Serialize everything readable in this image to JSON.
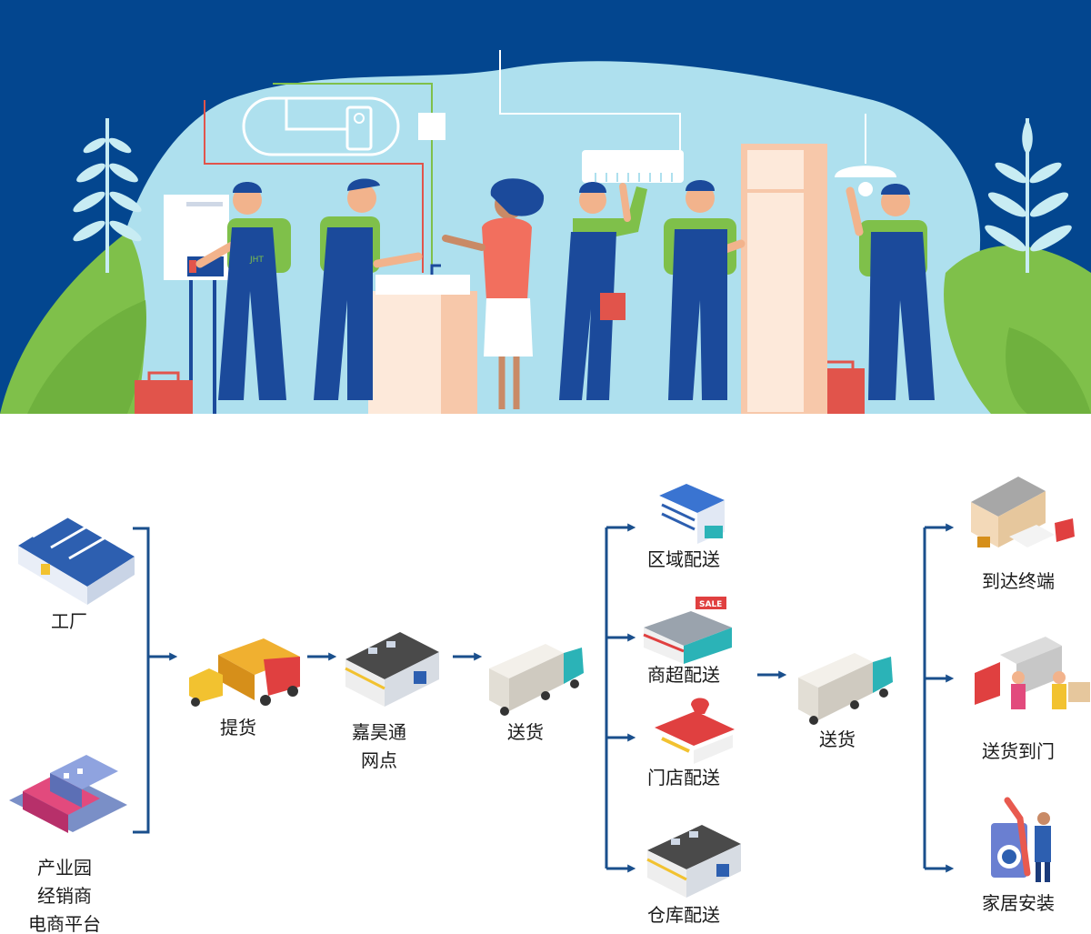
{
  "hero": {
    "colors": {
      "background": "#03468f",
      "bubble": "#aee0ee",
      "uniform": "#1b4a9b",
      "shirt": "#7fc04a",
      "accent_red": "#e1544b"
    },
    "badge_text": "JHT"
  },
  "flow": {
    "colors": {
      "connector": "#1a4f8c",
      "arrow": "#1a4f8c",
      "text": "#1a1a1a"
    },
    "sources": {
      "factory": {
        "label": "工厂",
        "icon": "factory-icon"
      },
      "park": {
        "label_lines": [
          "产业园",
          "经销商",
          "电商平台"
        ],
        "icon": "industrial-park-icon"
      }
    },
    "steps": {
      "pickup": {
        "label": "提货",
        "icon": "forklift-truck-icon"
      },
      "outlet": {
        "label_lines": [
          "嘉昊通",
          "网点"
        ],
        "icon": "warehouse-outlet-icon"
      },
      "ship1": {
        "label": "送货",
        "icon": "delivery-truck-icon"
      },
      "ship2": {
        "label": "送货",
        "icon": "delivery-truck-icon"
      }
    },
    "distribution": [
      {
        "label": "区域配送",
        "icon": "office-building-icon"
      },
      {
        "label": "商超配送",
        "icon": "supermarket-icon",
        "sign": "SALE"
      },
      {
        "label": "门店配送",
        "icon": "store-icon"
      },
      {
        "label": "仓库配送",
        "icon": "warehouse-icon"
      }
    ],
    "final": [
      {
        "label": "到达终端",
        "icon": "logistics-center-icon"
      },
      {
        "label": "送货到门",
        "icon": "door-delivery-icon"
      },
      {
        "label": "家居安装",
        "icon": "home-install-icon"
      }
    ]
  }
}
